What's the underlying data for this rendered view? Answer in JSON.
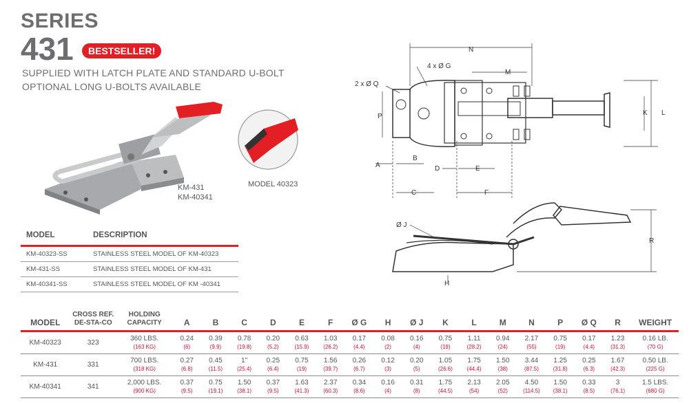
{
  "header": {
    "series": "SERIES",
    "number": "431",
    "badge": "BESTSELLER!",
    "line1": "SUPPLIED WITH LATCH PLATE AND STANDARD U-BOLT",
    "line2": "OPTIONAL LONG U-BOLTS AVAILABLE"
  },
  "captions": {
    "product_line1": "KM-431",
    "product_line2": "KM-40341",
    "detail": "MODEL 40323"
  },
  "model_table": {
    "col_model": "MODEL",
    "col_desc": "DESCRIPTION",
    "rows": [
      {
        "model": "KM-40323-SS",
        "desc": "STAINLESS STEEL MODEL OF KM-40323"
      },
      {
        "model": "KM-431-SS",
        "desc": "STAINLESS STEEL MODEL OF KM-431"
      },
      {
        "model": "KM-40341-SS",
        "desc": "STAINLESS STEEL MODEL OF KM -40341"
      }
    ]
  },
  "diagram": {
    "labels": {
      "N": "N",
      "G": "4 x Ø G",
      "M": "M",
      "Q": "2 x Ø Q",
      "P": "P",
      "K": "K",
      "L": "L",
      "A": "A",
      "B": "B",
      "D": "D",
      "E": "E",
      "C": "C",
      "F": "F",
      "J": "Ø J",
      "R": "R",
      "H": "H"
    }
  },
  "spec_table": {
    "headers": {
      "model": "MODEL",
      "crossref1": "CROSS REF.",
      "crossref2": "DE-STA-CO",
      "holding1": "HOLDING",
      "holding2": "CAPACITY",
      "dims": [
        "A",
        "B",
        "C",
        "D",
        "E",
        "F",
        "Ø G",
        "H",
        "Ø J",
        "K",
        "L",
        "M",
        "N",
        "P",
        "Ø Q",
        "R"
      ],
      "weight": "WEIGHT"
    },
    "rows": [
      {
        "model": "KM-40323",
        "crossref": "323",
        "cap": [
          "360 LBS.",
          "(163 KG)"
        ],
        "dims": [
          [
            "0.24",
            "(6)"
          ],
          [
            "0.39",
            "(9.9)"
          ],
          [
            "0.78",
            "(19.8)"
          ],
          [
            "0.20",
            "(5.2)"
          ],
          [
            "0.63",
            "(15.9)"
          ],
          [
            "1.03",
            "(26.2)"
          ],
          [
            "0.17",
            "(4.4)"
          ],
          [
            "0.08",
            "(2)"
          ],
          [
            "0.16",
            "(4)"
          ],
          [
            "0.75",
            "(19)"
          ],
          [
            "1.11",
            "(28.2)"
          ],
          [
            "0.94",
            "(24)"
          ],
          [
            "2.17",
            "(55)"
          ],
          [
            "0.75",
            "(19)"
          ],
          [
            "0.17",
            "(4.4)"
          ],
          [
            "1.23",
            "(31.3)"
          ]
        ],
        "weight": [
          "0.16 LB.",
          "(70 G)"
        ]
      },
      {
        "model": "KM-431",
        "crossref": "331",
        "cap": [
          "700 LBS.",
          "(318 KG)"
        ],
        "dims": [
          [
            "0.27",
            "(6.8)"
          ],
          [
            "0.45",
            "(11.5)"
          ],
          [
            "1\"",
            "(25.4)"
          ],
          [
            "0.25",
            "(6.4)"
          ],
          [
            "0.75",
            "(19)"
          ],
          [
            "1.56",
            "(39.7)"
          ],
          [
            "0.26",
            "(6.7)"
          ],
          [
            "0.12",
            "(3)"
          ],
          [
            "0.20",
            "(5)"
          ],
          [
            "1.05",
            "(26.6)"
          ],
          [
            "1.75",
            "(44.4)"
          ],
          [
            "1.50",
            "(38)"
          ],
          [
            "3.44",
            "(87.5)"
          ],
          [
            "1.25",
            "(31.8)"
          ],
          [
            "0.25",
            "(6.3)"
          ],
          [
            "1.67",
            "(42.3)"
          ]
        ],
        "weight": [
          "0.50 LB.",
          "(225 G)"
        ]
      },
      {
        "model": "KM-40341",
        "crossref": "341",
        "cap": [
          "2,000 LBS.",
          "(900 KG)"
        ],
        "dims": [
          [
            "0.37",
            "(9.5)"
          ],
          [
            "0.75",
            "(19.1)"
          ],
          [
            "1.50",
            "(38.1)"
          ],
          [
            "0.37",
            "(9.5)"
          ],
          [
            "1.63",
            "(41.3)"
          ],
          [
            "2.37",
            "(60.3)"
          ],
          [
            "0.34",
            "(8.6)"
          ],
          [
            "0.16",
            "(4)"
          ],
          [
            "0.31",
            "(8)"
          ],
          [
            "1.75",
            "(44.5)"
          ],
          [
            "2.13",
            "(54)"
          ],
          [
            "2.05",
            "(52)"
          ],
          [
            "4.50",
            "(114.5)"
          ],
          [
            "1.50",
            "(38.1)"
          ],
          [
            "0.33",
            "(8.5)"
          ],
          [
            "3",
            "(76.1)"
          ]
        ],
        "weight": [
          "1.5 LBS.",
          "(680 G)"
        ]
      }
    ]
  }
}
